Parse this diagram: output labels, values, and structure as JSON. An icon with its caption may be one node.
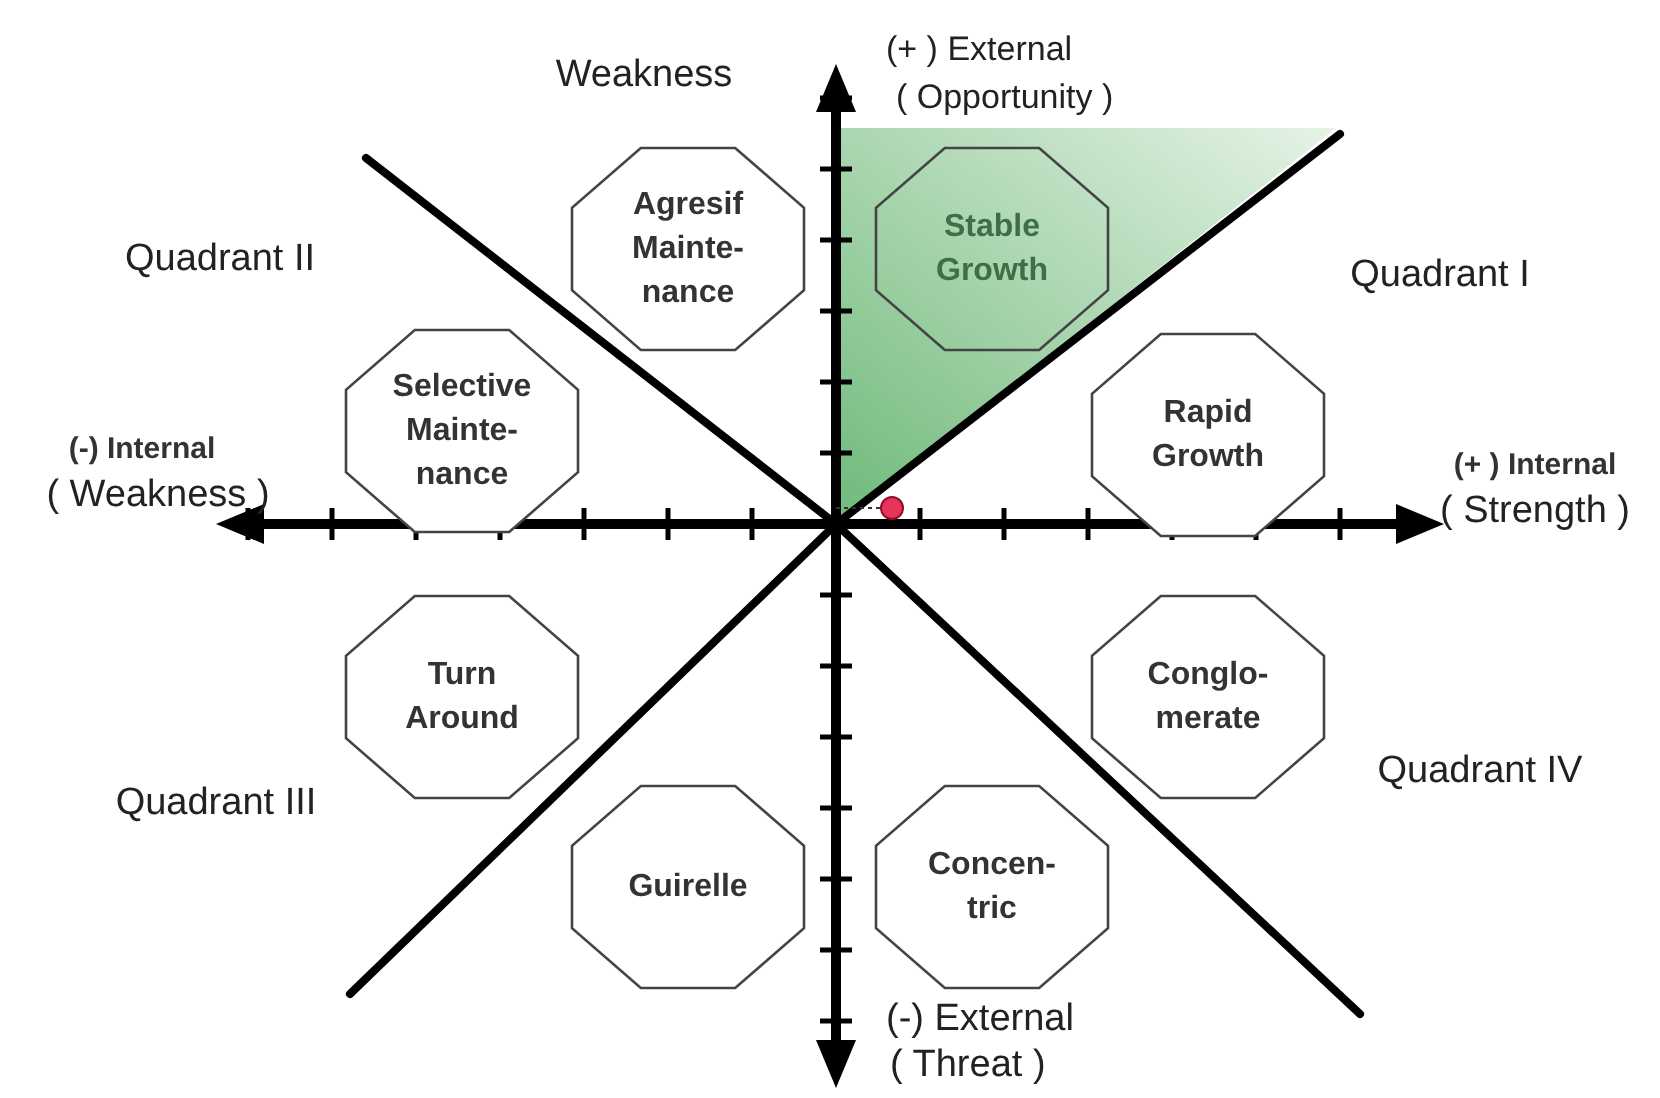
{
  "diagram": {
    "nodes": [
      {
        "text": [
          "Agresif Mainte- nance"
        ]
      },
      {
        "text": [
          "Stable Growth"
        ]
      },
      {
        "text": [
          "Selective Mainte- nance"
        ]
      },
      {
        "text": [
          "Rapid Growth"
        ]
      },
      {
        "text": [
          "Turn Around"
        ]
      },
      {
        "text": [
          "Conglo- merate"
        ]
      },
      {
        "text": [
          "Guirelle"
        ]
      },
      {
        "text": [
          "Concen- tric"
        ]
      }
    ],
    "labels": [
      "(+ ) External",
      "( Opportunity )",
      "Weakness",
      "Quadrant II",
      "Quadrant I",
      "(-) Internal",
      "( Weakness )",
      "(+ ) Internal",
      "( Strength )",
      "Quadrant III",
      "Quadrant IV",
      "(-) External",
      "( Threat )"
    ]
  }
}
